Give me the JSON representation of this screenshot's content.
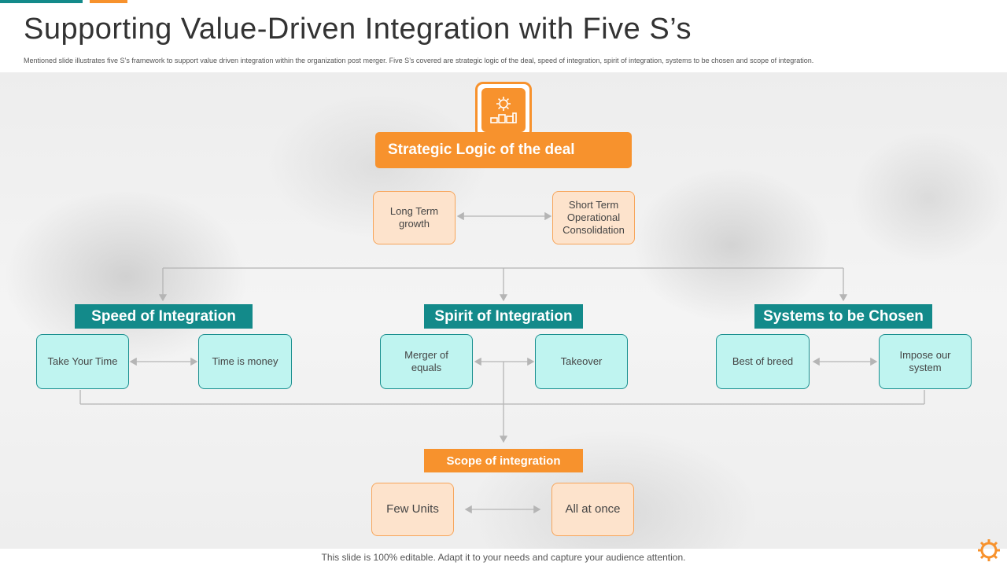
{
  "title": "Supporting Value-Driven Integration with Five S’s",
  "subtitle": "Mentioned slide illustrates five S’s framework to support value driven integration within the organization post merger. Five S’s covered are strategic logic of the deal, speed of integration, spirit of integration, systems to be chosen and scope of integration.",
  "strategic": {
    "title": "Strategic Logic of the deal",
    "left": "Long Term growth",
    "right": "Short Term Operational Consolidation"
  },
  "speed": {
    "title": "Speed of Integration",
    "left": "Take Your Time",
    "right": "Time is money"
  },
  "spirit": {
    "title": "Spirit of Integration",
    "left": "Merger of equals",
    "right": "Takeover"
  },
  "systems": {
    "title": "Systems to be Chosen",
    "left": "Best of breed",
    "right": "Impose our system"
  },
  "scope": {
    "title": "Scope of integration",
    "left": "Few Units",
    "right": "All at once"
  },
  "footer": "This slide is 100% editable. Adapt it to your  needs and capture your audience attention.",
  "colors": {
    "teal": "#138a8a",
    "orange": "#f7922d",
    "peach": "#fde3cc",
    "cyan": "#bff4f0"
  },
  "icons": {
    "header": "gear-chart-icon",
    "corner": "gear-icon"
  }
}
